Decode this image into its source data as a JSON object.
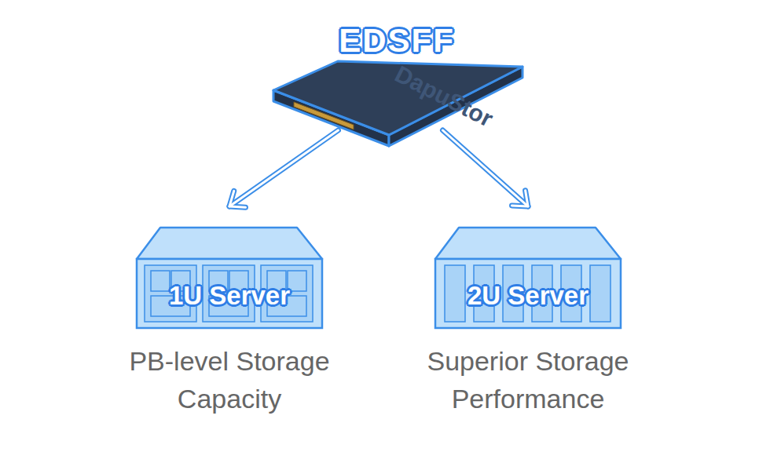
{
  "diagram": {
    "nodes": [
      {
        "text": [
          "EDSFF",
          "DapuStor"
        ]
      },
      {
        "text": [
          "1U Server",
          "PB-level Storage Capacity"
        ]
      },
      {
        "text": [
          "2U Server",
          "Superior Storage Performance"
        ]
      }
    ],
    "edges": [
      {
        "from": 0,
        "to": 1,
        "arrow": "to"
      },
      {
        "from": 0,
        "to": 2,
        "arrow": "to"
      }
    ]
  }
}
